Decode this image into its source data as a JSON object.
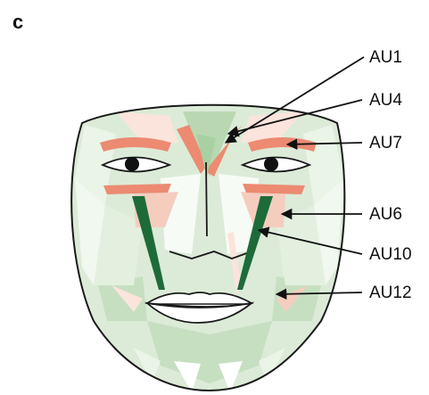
{
  "panel": {
    "label": "c"
  },
  "annotations": [
    {
      "id": "au1",
      "label": "AU1"
    },
    {
      "id": "au4",
      "label": "AU4"
    },
    {
      "id": "au7",
      "label": "AU7"
    },
    {
      "id": "au6",
      "label": "AU6"
    },
    {
      "id": "au10",
      "label": "AU10"
    },
    {
      "id": "au12",
      "label": "AU12"
    }
  ],
  "colors": {
    "face_light_green": "#dcebd8",
    "face_pale_green": "#eaf4e7",
    "face_mid_green": "#c6dfc1",
    "dark_green": "#1e6b3a",
    "salmon": "#ec8a72",
    "light_salmon": "#f5cdbf",
    "pale_pink": "#fbe4dc",
    "outline": "#1a1a1a"
  }
}
